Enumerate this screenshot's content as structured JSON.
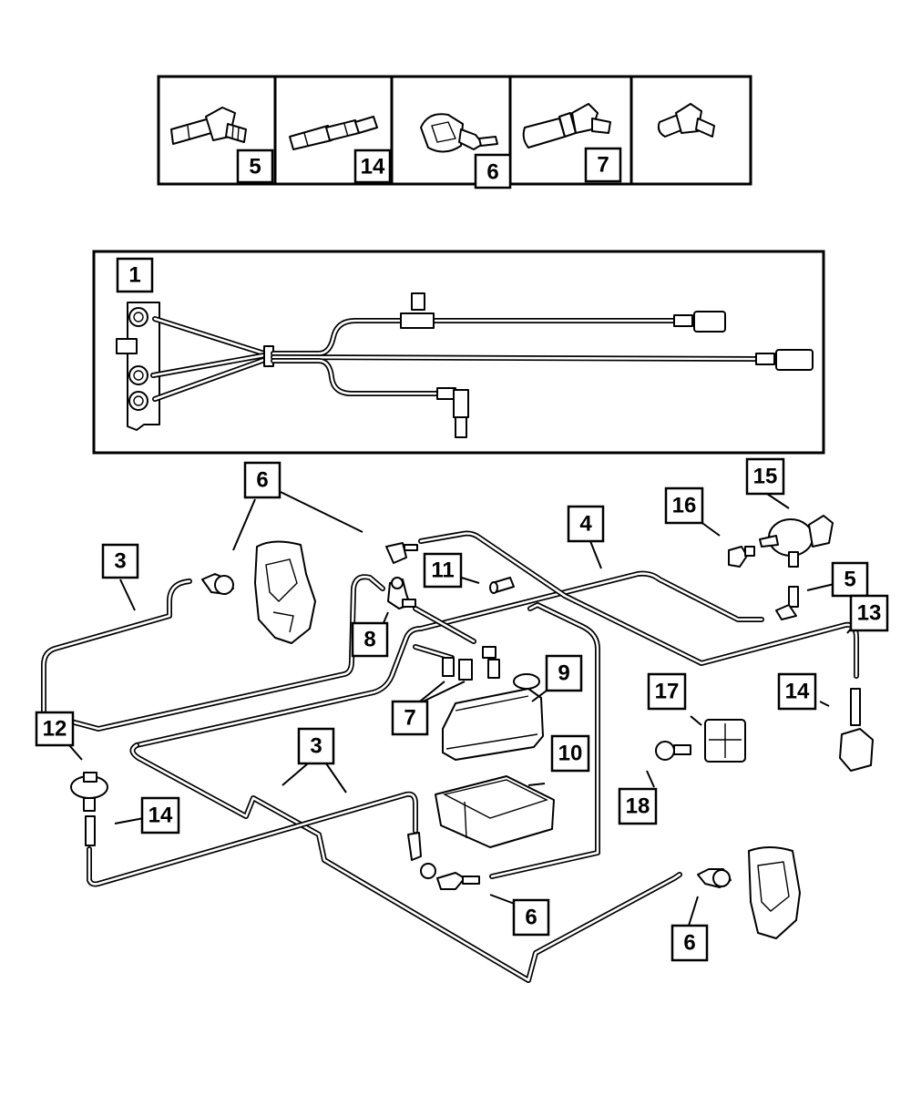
{
  "diagram": {
    "type": "exploded-parts-diagram",
    "subject": "Vacuum lines and connectors assembly",
    "inset_row": {
      "panels": [
        {
          "index": 1,
          "part": "elbow-connector",
          "callout": "5"
        },
        {
          "index": 2,
          "part": "straight-connector",
          "callout": "14"
        },
        {
          "index": 3,
          "part": "check-valve-elbow",
          "callout": "6"
        },
        {
          "index": 4,
          "part": "elbow-connector-with-sleeve",
          "callout": "7"
        },
        {
          "index": 5,
          "part": "elbow-connector-small",
          "callout": ""
        }
      ]
    },
    "harness_panel": {
      "callout": "1",
      "part": "vacuum-harness-assembly"
    },
    "callouts": [
      {
        "id": "c6-top",
        "label": "6",
        "part": "check-valve"
      },
      {
        "id": "c3-left",
        "label": "3",
        "part": "vacuum-line"
      },
      {
        "id": "c8",
        "label": "8",
        "part": "vacuum-valve"
      },
      {
        "id": "c11",
        "label": "11",
        "part": "plug"
      },
      {
        "id": "c4",
        "label": "4",
        "part": "vacuum-line"
      },
      {
        "id": "c16",
        "label": "16",
        "part": "cap"
      },
      {
        "id": "c15",
        "label": "15",
        "part": "vacuum-reservoir-pump"
      },
      {
        "id": "c5",
        "label": "5",
        "part": "elbow-connector"
      },
      {
        "id": "c13",
        "label": "13",
        "part": "vacuum-line"
      },
      {
        "id": "c7",
        "label": "7",
        "part": "connector"
      },
      {
        "id": "c9",
        "label": "9",
        "part": "control-module"
      },
      {
        "id": "c12",
        "label": "12",
        "part": "vacuum-actuator"
      },
      {
        "id": "c17",
        "label": "17",
        "part": "bracket-grommet"
      },
      {
        "id": "c14-right",
        "label": "14",
        "part": "connector"
      },
      {
        "id": "c10",
        "label": "10",
        "part": "tray"
      },
      {
        "id": "c3-mid",
        "label": "3",
        "part": "vacuum-line"
      },
      {
        "id": "c18",
        "label": "18",
        "part": "screw"
      },
      {
        "id": "c14-left",
        "label": "14",
        "part": "connector"
      },
      {
        "id": "c6-mid",
        "label": "6",
        "part": "check-valve"
      },
      {
        "id": "c6-right",
        "label": "6",
        "part": "check-valve"
      }
    ]
  }
}
